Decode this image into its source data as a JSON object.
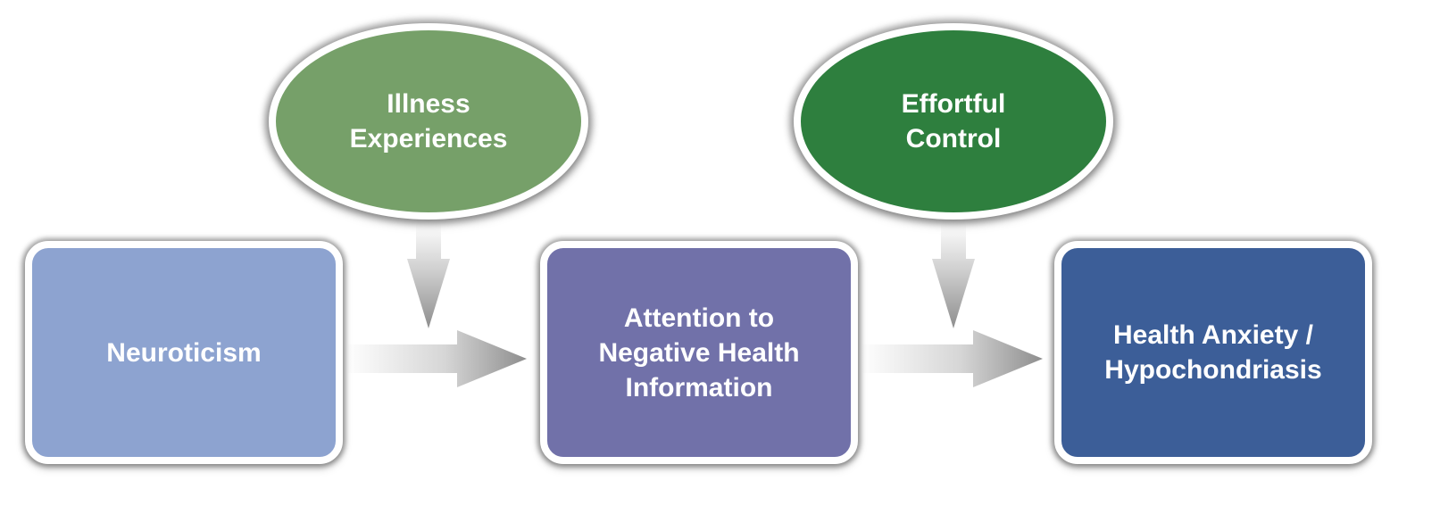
{
  "diagram": {
    "nodes": {
      "neuroticism": {
        "label": "Neuroticism",
        "color": "#8da3d0"
      },
      "attention": {
        "label": "Attention to\nNegative Health\nInformation",
        "color": "#7171a9"
      },
      "health_anxiety": {
        "label": "Health Anxiety /\nHypochondriasis",
        "color": "#3c5e98"
      },
      "illness_experiences": {
        "label": "Illness\nExperiences",
        "color": "#76a069"
      },
      "effortful_control": {
        "label": "Effortful\nControl",
        "color": "#2e7f3e"
      }
    },
    "edges": [
      {
        "from": "neuroticism",
        "to": "attention",
        "style": "horizontal-arrow"
      },
      {
        "from": "attention",
        "to": "health_anxiety",
        "style": "horizontal-arrow"
      },
      {
        "from": "illness_experiences",
        "to": "neuroticism-attention-arrow",
        "style": "vertical-arrow"
      },
      {
        "from": "effortful_control",
        "to": "attention-health_anxiety-arrow",
        "style": "vertical-arrow"
      }
    ],
    "arrow_color": "#a7a7a7"
  }
}
